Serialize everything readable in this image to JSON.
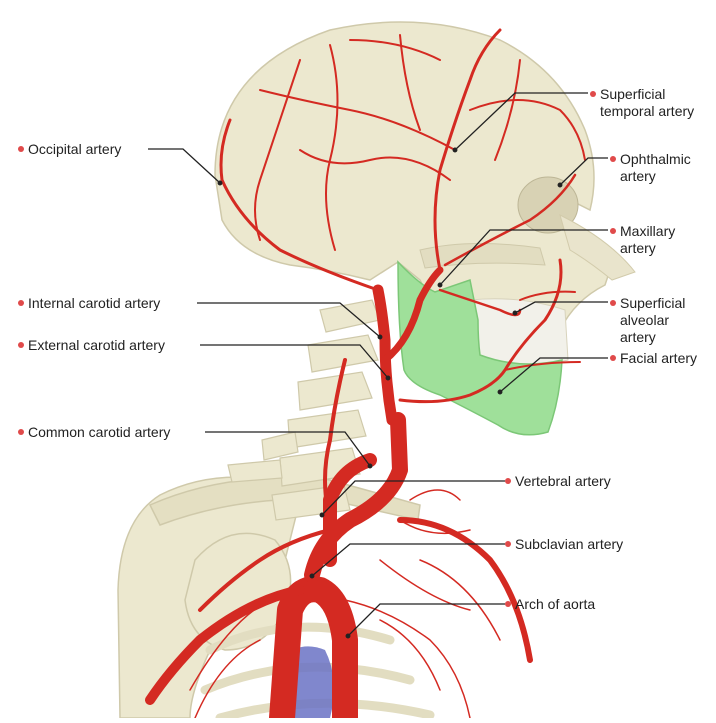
{
  "colors": {
    "bone": "#ece8cf",
    "bone_shade": "#cfc9aa",
    "artery": "#d42a22",
    "artery_dark": "#9e1612",
    "mandible": "#9fe09a",
    "vein": "#6a72c4",
    "leader_line": "#222222",
    "label_dot": "#e04a4a"
  },
  "labels": {
    "occipital": "Occipital artery",
    "internal_carotid": "Internal carotid artery",
    "external_carotid": "External carotid artery",
    "common_carotid": "Common carotid artery",
    "superficial_temporal": "Superficial\ntemporal artery",
    "ophthalmic": "Ophthalmic\nartery",
    "maxillary": "Maxillary\nartery",
    "superficial_alveolar": "Superficial\nalveolar\nartery",
    "facial": "Facial artery",
    "vertebral": "Vertebral artery",
    "subclavian": "Subclavian artery",
    "arch_of_aorta": "Arch of aorta"
  }
}
